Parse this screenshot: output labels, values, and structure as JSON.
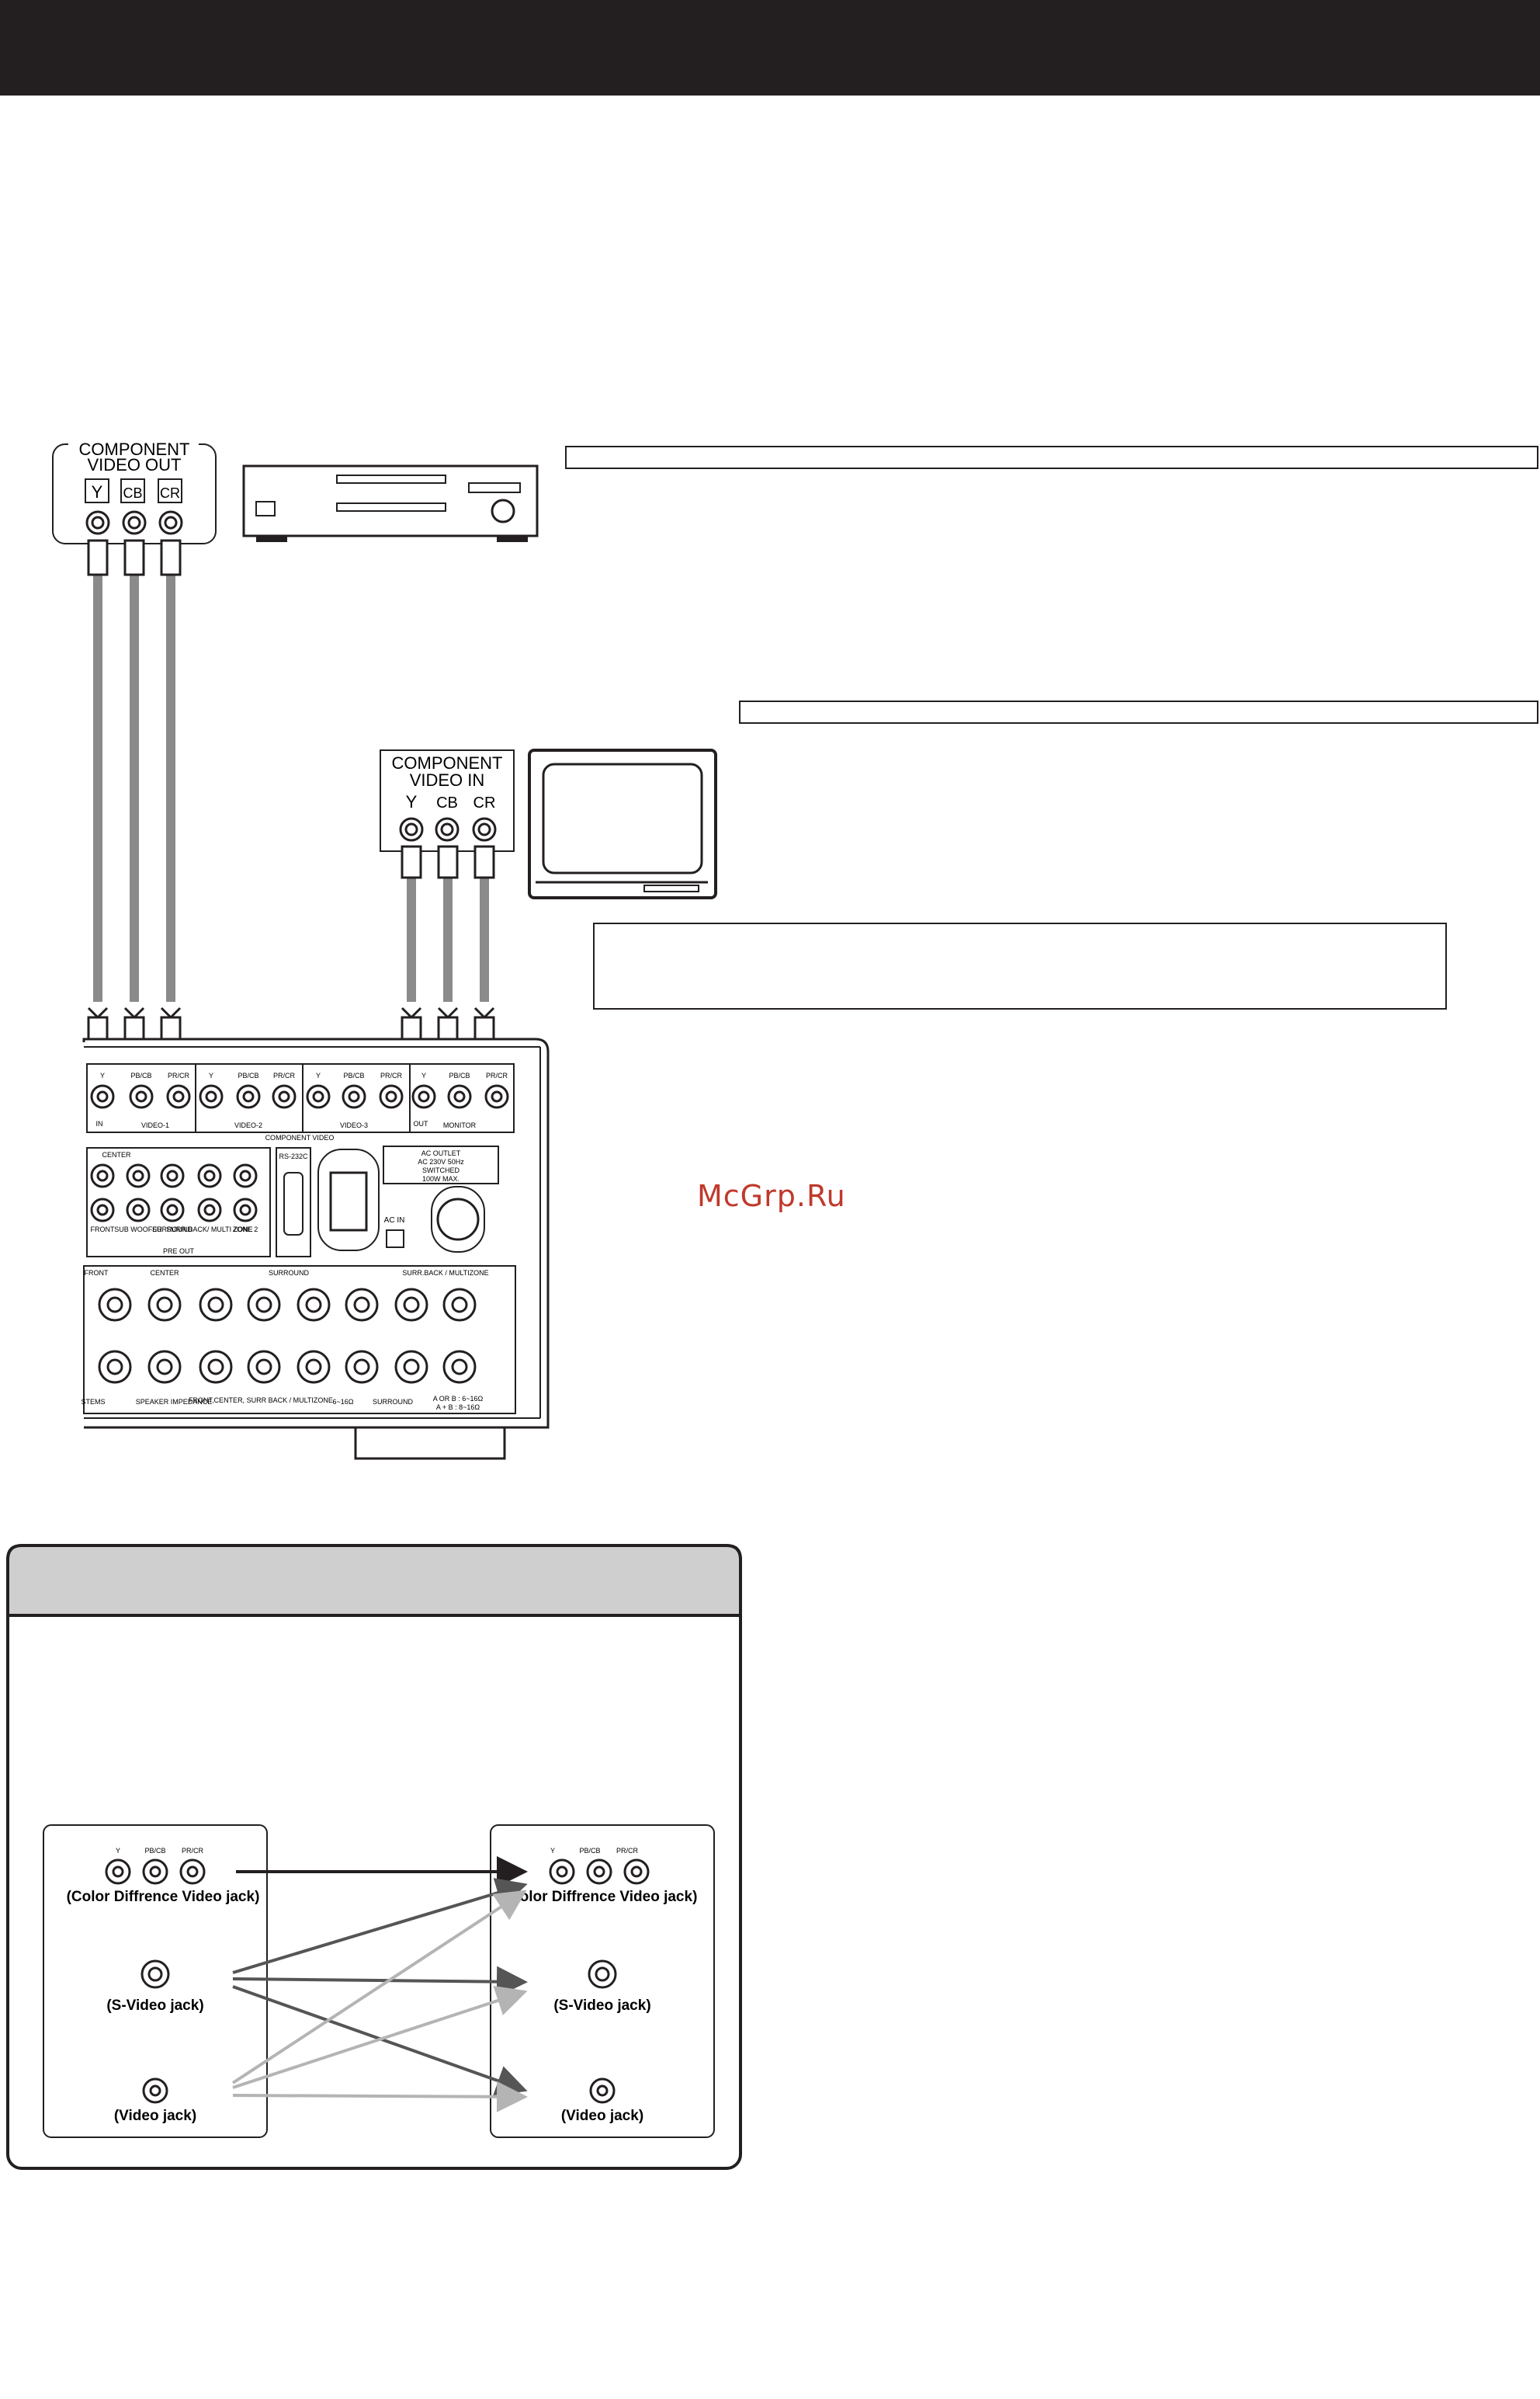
{
  "dvd_panel": {
    "label_line1": "COMPONENT",
    "label_line2": "VIDEO OUT",
    "jack_labels": [
      "Y",
      "CB",
      "CR"
    ]
  },
  "tv_panel": {
    "label_line1": "COMPONENT",
    "label_line2": "VIDEO IN",
    "jack_labels": [
      "Y",
      "CB",
      "CR"
    ]
  },
  "receiver": {
    "component_jack_header": [
      "Y",
      "PB/CB",
      "PR/CR"
    ],
    "groups": [
      "VIDEO-1",
      "VIDEO-2",
      "VIDEO-3",
      "MONITOR"
    ],
    "section_label": "COMPONENT VIDEO",
    "in_label": "IN",
    "out_label": "OUT",
    "rs232": "RS-232C",
    "ac_outlet": [
      "AC OUTLET",
      "AC 230V 50Hz",
      "SWITCHED",
      "100W MAX."
    ],
    "ac_in": "AC IN",
    "preout_labels": [
      "CENTER",
      "FRONT",
      "SUB WOOFER",
      "SURROUND",
      "SURR.BACK/ MULTI ZONE",
      "ZONE 2",
      "PRE OUT"
    ],
    "speaker_labels": [
      "FRONT",
      "CENTER",
      "SURROUND",
      "SURR.BACK / MULTIZONE"
    ],
    "bottom_labels": [
      "STEMS",
      "SPEAKER IMPEDANCE",
      "FRONT,CENTER, SURR BACK / MULTIZONE",
      "6~16Ω",
      "SURROUND",
      "A OR B : 6~16Ω",
      "A + B : 8~16Ω"
    ]
  },
  "conversion_chart": {
    "left_jacks": [
      "(Color Diffrence Video jack)",
      "(S-Video jack)",
      "(Video jack)"
    ],
    "right_jacks": [
      "(Color Diffrence Video jack)",
      "(S-Video jack)",
      "(Video jack)"
    ],
    "jack_header": [
      "Y",
      "PB/CB",
      "PR/CR"
    ]
  },
  "watermark": "McGrp.Ru",
  "colors": {
    "dark_bar": "#231f20",
    "cable_gray": "#8a8a8a",
    "arrow_dark": "#555555",
    "arrow_light": "#b4b4b4",
    "box_header_gray": "#cfcfcf",
    "watermark_red": "#c0392b"
  }
}
